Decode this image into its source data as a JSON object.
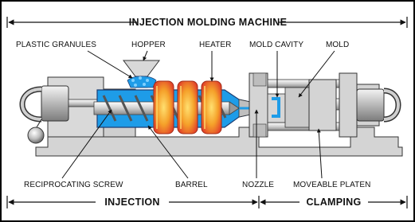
{
  "title": "INJECTION MOLDING MACHINE",
  "labels": {
    "plastic_granules": "PLASTIC GRANULES",
    "hopper": "HOPPER",
    "heater": "HEATER",
    "mold_cavity": "MOLD CAVITY",
    "mold": "MOLD",
    "reciprocating_screw": "RECIPROCATING SCREW",
    "barrel": "BARREL",
    "nozzle": "NOZZLE",
    "moveable_platen": "MOVEABLE PLATEN"
  },
  "sections": {
    "injection": "INJECTION",
    "clamping": "CLAMPING"
  },
  "colors": {
    "frame": "#000000",
    "machine_gray": "#d4d4d4",
    "machine_dark": "#a8a8a8",
    "plastic_blue": "#1e9ce8",
    "heater_orange": "#f5a12a",
    "heater_red": "#e2442a",
    "heater_glow": "#ffe070"
  }
}
